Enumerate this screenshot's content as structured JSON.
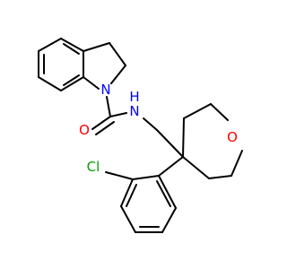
{
  "molecule": {
    "atoms": {
      "N_indoline": {
        "label": "N",
        "color": "#0000ff"
      },
      "N_amide": {
        "label": "N",
        "color": "#0000ff"
      },
      "H_amide": {
        "label": "H",
        "color": "#0000ff"
      },
      "O_carbonyl": {
        "label": "O",
        "color": "#ff0000"
      },
      "O_ring": {
        "label": "O",
        "color": "#ff0000"
      },
      "Cl": {
        "label": "Cl",
        "color": "#00a000"
      }
    }
  }
}
